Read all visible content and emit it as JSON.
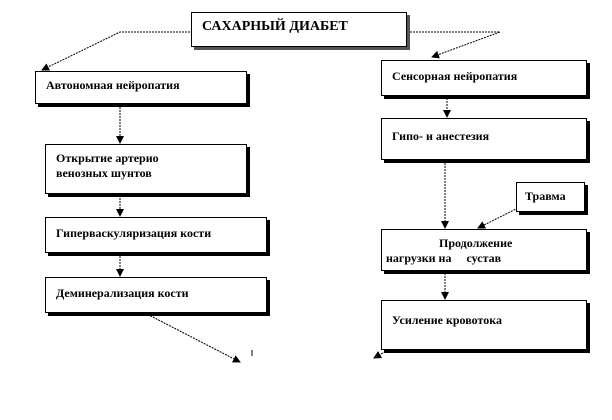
{
  "title": "САХАРНЫЙ ДИАБЕТ",
  "left_chain": [
    {
      "id": "autonomic",
      "lines": [
        "Автономная нейропатия"
      ]
    },
    {
      "id": "shunts",
      "lines": [
        "Открытие артерио",
        "венозных шунтов"
      ]
    },
    {
      "id": "hypervasc",
      "lines": [
        "Гиперваскуляризация кости"
      ]
    },
    {
      "id": "demineral",
      "lines": [
        "Деминерализация кости"
      ]
    }
  ],
  "right_chain": [
    {
      "id": "sensory",
      "lines": [
        "Сенсорная нейропатия"
      ]
    },
    {
      "id": "anesthesia",
      "lines": [
        "Гипо- и анестезия"
      ]
    },
    {
      "id": "continue_load",
      "lines": [
        "Продолжение",
        "нагрузки на     сустав"
      ]
    },
    {
      "id": "blood_flow",
      "lines": [
        "Усиление кровотока"
      ]
    }
  ],
  "side_box": {
    "id": "trauma",
    "lines": [
      "Травма"
    ]
  }
}
